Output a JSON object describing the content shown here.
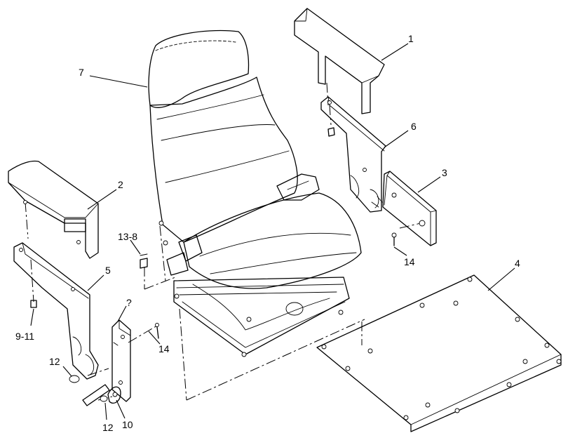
{
  "callouts": {
    "c1": "1",
    "c2": "2",
    "c3": "3",
    "c4": "4",
    "c5": "5",
    "c6": "6",
    "c7": "7",
    "c9_11": "9-11",
    "c10": "10",
    "c12a": "12",
    "c12b": "12",
    "c13_8": "13-8",
    "c14a": "14",
    "c14b": "14",
    "c_small": "?"
  }
}
